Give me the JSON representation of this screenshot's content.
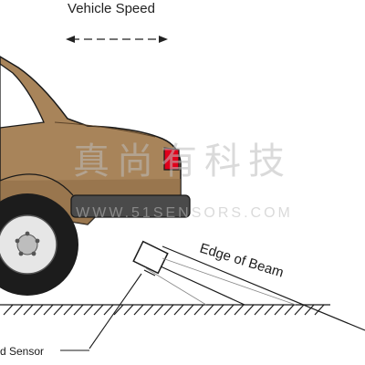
{
  "labels": {
    "vehicle_speed": "Vehicle Speed",
    "edge_of_beam": "Edge of Beam",
    "sensor": "d Sensor"
  },
  "watermark": {
    "chinese": "真尚有科技",
    "url": "WWW.51SENSORS.COM"
  },
  "colors": {
    "car_body": "#a8845a",
    "car_shadow": "#8d6b45",
    "outline": "#1a1a1a",
    "bumper": "#4a4a4a",
    "tail_light": "#e0001b",
    "window": "#ffffff",
    "tire": "#1c1c1c",
    "rim": "#e6e6e6",
    "sensor": "#ffffff",
    "watermark": "#bdbdbd"
  }
}
